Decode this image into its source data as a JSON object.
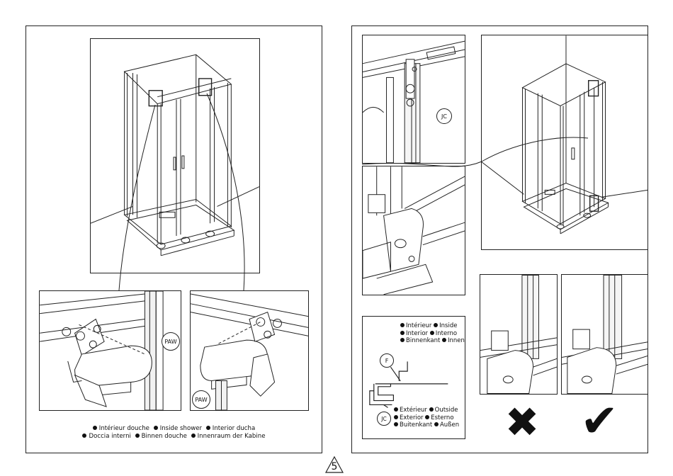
{
  "left_page": {
    "callout_left": "PAW",
    "callout_right": "PAW",
    "caption": {
      "line1": [
        "Intérieur douche",
        "Inside shower",
        "Interior ducha"
      ],
      "line2": [
        "Doccia interni",
        "Binnen douche",
        "Innenraum der Kabine"
      ]
    }
  },
  "right_page": {
    "callout_top": "JC",
    "diagram_callout_f": "F",
    "diagram_callout_jc": "JC",
    "inside_labels": {
      "line1": [
        "Intérieur",
        "Inside"
      ],
      "line2": [
        "Interior",
        "Interno"
      ],
      "line3": [
        "Binnenkant",
        "Innen"
      ]
    },
    "outside_labels": {
      "line1": [
        "Extérieur",
        "Outside"
      ],
      "line2": [
        "Exterior",
        "Esterno"
      ],
      "line3": [
        "Buitenkant",
        "Außen"
      ]
    },
    "wrong_symbol": "✖",
    "correct_symbol": "✔"
  },
  "page_number": "5"
}
